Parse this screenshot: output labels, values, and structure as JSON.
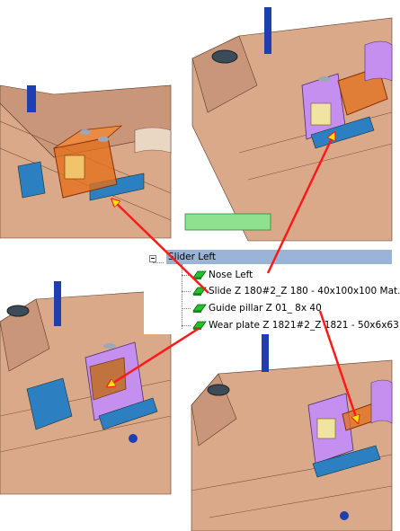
{
  "tree": {
    "root_label": "Slider Left",
    "items": [
      {
        "label": "Nose Left",
        "icon": "feature-part-icon"
      },
      {
        "label": "Slide Z 180#2_Z 180 - 40x100x100 Mat.",
        "icon": "feature-part-icon"
      },
      {
        "label": "Guide pillar Z 01_ 8x 40",
        "icon": "feature-part-icon"
      },
      {
        "label": "Wear plate Z 1821#2_Z 1821 - 50x6x63",
        "icon": "feature-part-icon"
      }
    ]
  },
  "colors": {
    "mold_body": "#d9a98a",
    "mold_shadow": "#b98568",
    "slider_purple": "#c58ff0",
    "clamp_blue": "#2c7fc0",
    "pillar_blue": "#1f3fb0",
    "highlight_orange": "#e2701c",
    "arrow_red": "#ff1a1a",
    "arrow_yellow": "#ffe600",
    "selection_bg": "#9ab4d6",
    "node_green": "#22c22a"
  }
}
